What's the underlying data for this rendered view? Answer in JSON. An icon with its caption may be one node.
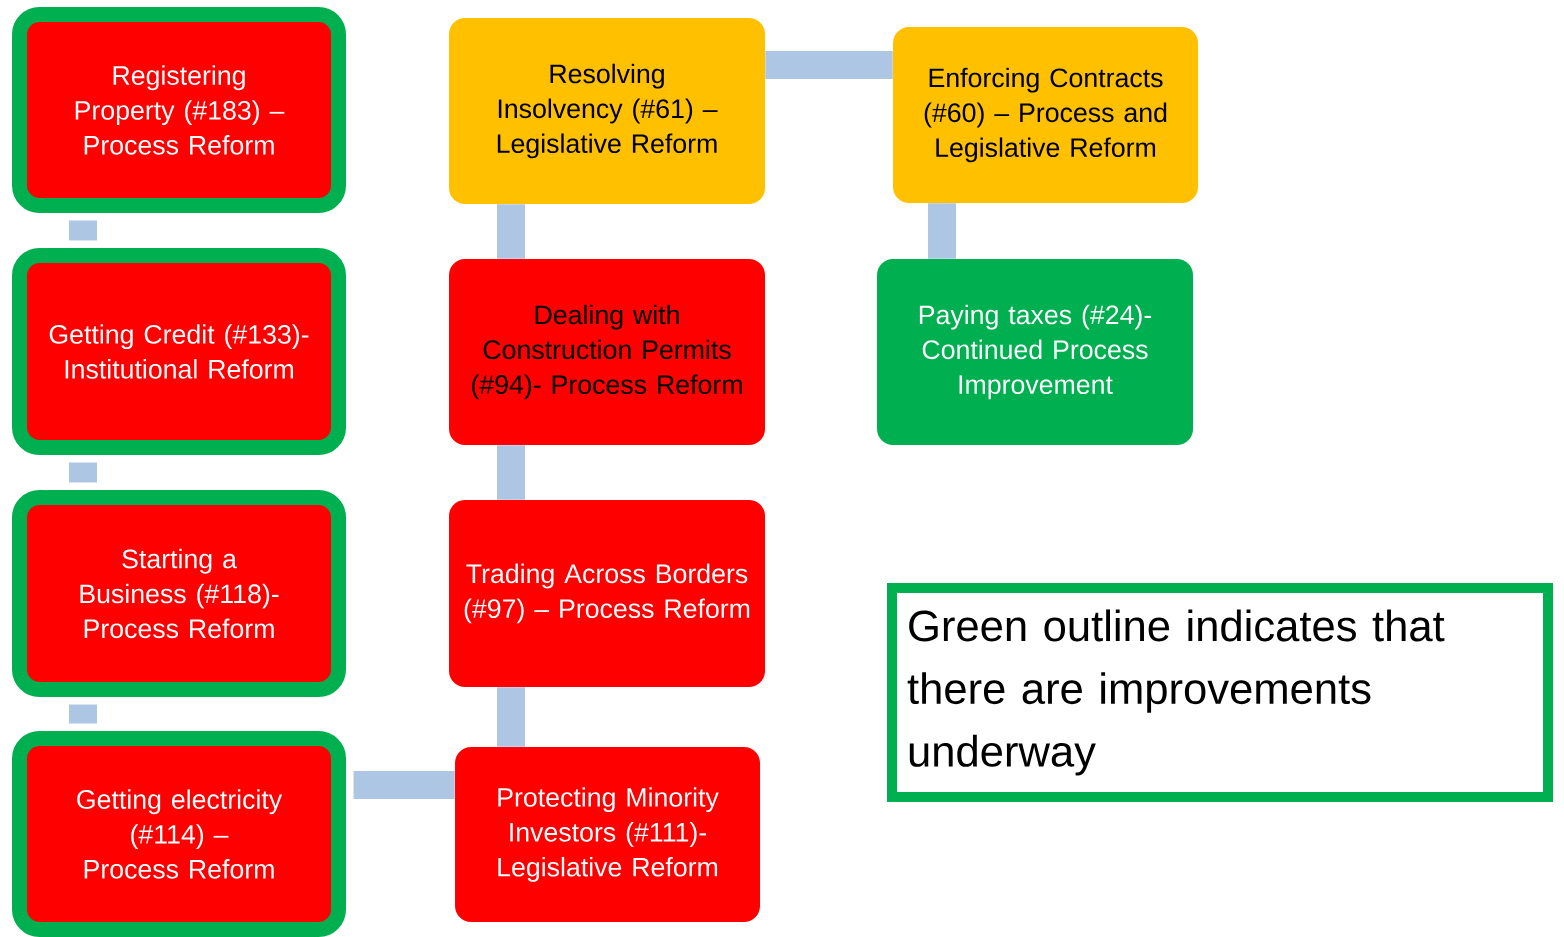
{
  "diagram": {
    "nodes": [
      {
        "text": [
          "Registering Property (#183) – Process Reform"
        ]
      },
      {
        "text": [
          "Getting Credit (#133)- Institutional Reform"
        ]
      },
      {
        "text": [
          "Starting a Business (#118)- Process Reform"
        ]
      },
      {
        "text": [
          "Getting electricity (#114) – Process Reform"
        ]
      },
      {
        "text": [
          "Protecting Minority Investors (#111)- Legislative Reform"
        ]
      },
      {
        "text": [
          "Trading Across Borders (#97) – Process Reform"
        ]
      },
      {
        "text": [
          "Dealing with Construction Permits (#94)- Process Reform"
        ]
      },
      {
        "text": [
          "Resolving Insolvency (#61) – Legislative Reform"
        ]
      },
      {
        "text": [
          "Enforcing Contracts (#60) – Process and Legislative Reform"
        ]
      },
      {
        "text": [
          "Paying taxes (#24)- Continued Process Improvement"
        ]
      },
      {
        "text": [
          "Green outline indicates that there are improvements underway"
        ]
      }
    ],
    "edges": [
      {
        "from": 0,
        "to": 1,
        "arrow": "none"
      },
      {
        "from": 1,
        "to": 2,
        "arrow": "none"
      },
      {
        "from": 2,
        "to": 3,
        "arrow": "none"
      },
      {
        "from": 3,
        "to": 4,
        "arrow": "none"
      },
      {
        "from": 4,
        "to": 5,
        "arrow": "none"
      },
      {
        "from": 5,
        "to": 6,
        "arrow": "none"
      },
      {
        "from": 6,
        "to": 7,
        "arrow": "none"
      },
      {
        "from": 7,
        "to": 8,
        "arrow": "none"
      },
      {
        "from": 8,
        "to": 9,
        "arrow": "none"
      }
    ]
  }
}
